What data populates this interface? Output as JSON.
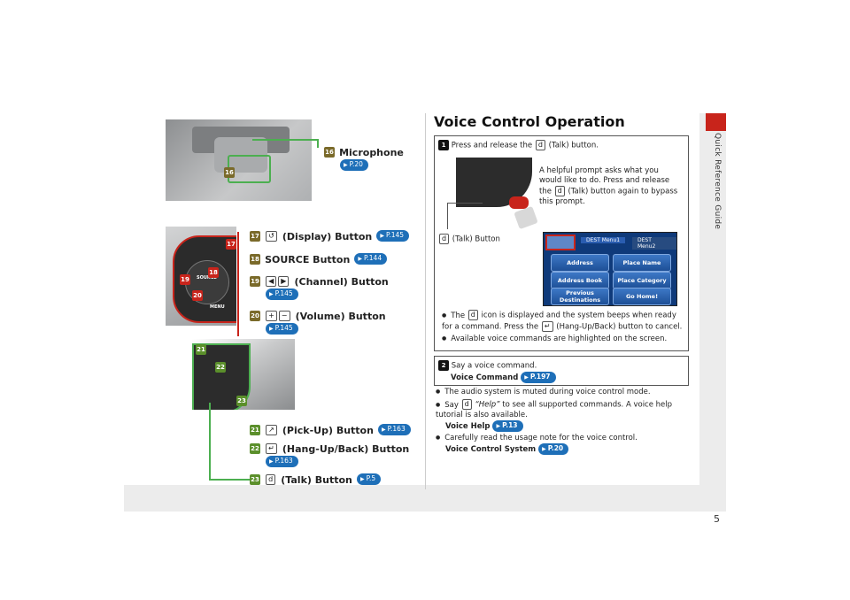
{
  "side_label": "Quick Reference Guide",
  "page_number": "5",
  "left": {
    "microphone": {
      "badge": "16",
      "label": "Microphone",
      "ref": "P.20"
    },
    "display": {
      "badge": "17",
      "icon": "↺",
      "label": "(Display) Button",
      "ref": "P.145"
    },
    "source": {
      "badge": "18",
      "label": "SOURCE Button",
      "ref": "P.144"
    },
    "channel": {
      "badge": "19",
      "icon_left": "◀",
      "icon_right": "▶",
      "label": "(Channel) Button",
      "ref": "P.145"
    },
    "volume": {
      "badge": "20",
      "icon_plus": "+",
      "icon_minus": "−",
      "label": "(Volume) Button",
      "ref": "P.145"
    },
    "pickup": {
      "badge": "21",
      "icon": "↗",
      "label": "(Pick-Up) Button",
      "ref": "P.163"
    },
    "hangup": {
      "badge": "22",
      "icon": "↵",
      "label": "(Hang-Up/Back) Button",
      "ref": "P.163"
    },
    "talk": {
      "badge": "23",
      "icon": "d",
      "label": "(Talk) Button",
      "ref": "P.5"
    },
    "wheel_labels": {
      "source": "SOURCE",
      "menu": "MENU",
      "b17": "17",
      "b18": "18",
      "b19": "19",
      "b20": "20",
      "b16": "16",
      "b21": "21",
      "b22": "22",
      "b23": "23"
    }
  },
  "right": {
    "title": "Voice Control Operation",
    "step1": {
      "badge": "1",
      "text_a": "Press and release the",
      "icon": "d",
      "text_b": "(Talk) button.",
      "prompt_note": "A helpful prompt asks what you would like to do. Press and release the",
      "prompt_icon": "d",
      "prompt_note_b": "(Talk) button again to bypass this prompt.",
      "talk_label_icon": "d",
      "talk_label": "(Talk) Button",
      "screen": {
        "tab1": "DEST Menu1",
        "tab2": "DEST Menu2",
        "buttons": [
          "Address",
          "Place Name",
          "Address Book",
          "Place Category",
          "Previous Destinations",
          "Go Home!"
        ]
      },
      "bullets": [
        {
          "a": "The",
          "icon": "d",
          "b": "icon is displayed and the system beeps when ready for a command. Press the",
          "icon2": "↵",
          "c": "(Hang-Up/Back) button to cancel."
        },
        {
          "a": "Available voice commands are highlighted on the screen."
        }
      ]
    },
    "step2": {
      "badge": "2",
      "text": "Say a voice command.",
      "link_label": "Voice Command",
      "ref": "P.197"
    },
    "notes": [
      {
        "text": "The audio system is muted during voice control mode."
      },
      {
        "a": "Say",
        "icon": "d",
        "quote": "“Help”",
        "b": "to see all supported commands. A voice help tutorial is also available.",
        "link_label": "Voice Help",
        "ref": "P.13"
      },
      {
        "text": "Carefully read the usage note for the voice control.",
        "link_label": "Voice Control System",
        "ref": "P.20"
      }
    ]
  }
}
